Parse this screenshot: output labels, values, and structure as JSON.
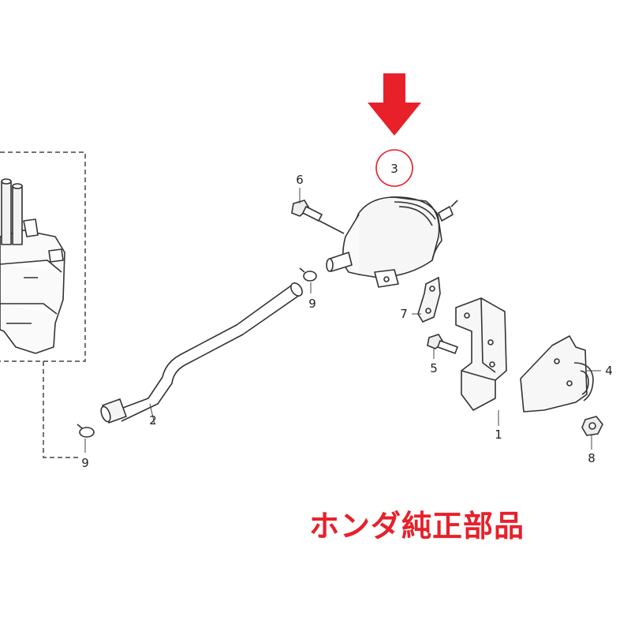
{
  "colors": {
    "arrow": "#e8202a",
    "highlight_circle": "#e8202a",
    "caption": "#e8202a",
    "line_art": "#333333"
  },
  "callouts": {
    "part_1": "1",
    "part_2": "2",
    "part_3": "3",
    "part_4": "4",
    "part_5": "5",
    "part_6": "6",
    "part_7": "7",
    "part_8": "8",
    "part_9_upper": "9",
    "part_9_lower": "9"
  },
  "highlight": {
    "part": "3",
    "marker": "down-arrow-icon"
  },
  "caption": "ホンダ純正部品"
}
